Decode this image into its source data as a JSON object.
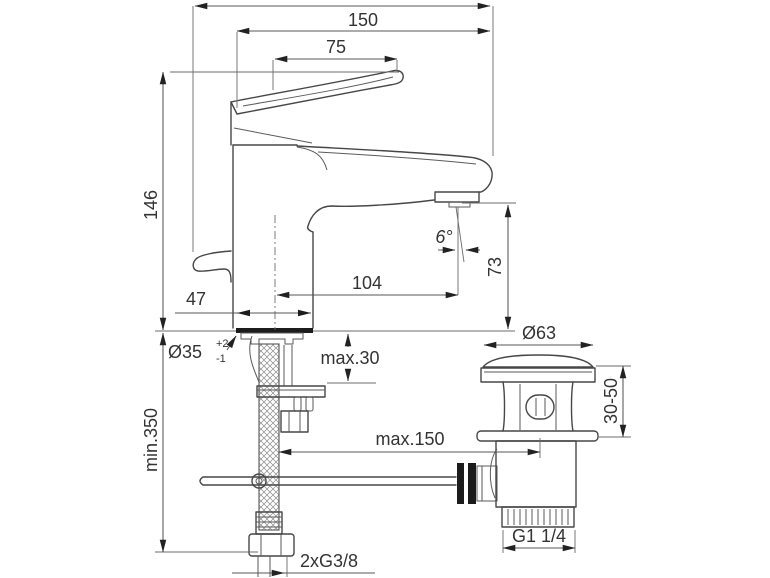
{
  "drawing": {
    "kind": "dimensioned technical drawing",
    "subject": "single-lever basin mixer tap with flexible supply hoses and pop-up waste",
    "colors": {
      "background": "#ffffff",
      "line": "#474747",
      "dimension_line": "#575757",
      "text": "#333333",
      "solid_fill": "#1c1c1c"
    }
  },
  "dims": {
    "overall_width": "150",
    "handle_length": "75",
    "height": "146",
    "base_depth": "47",
    "spout_reach": "104",
    "outlet_height": "73",
    "outlet_angle": "6°",
    "hole_diameter": "Ø35",
    "hole_tol_plus": "+2",
    "hole_tol_minus": "-1",
    "max_deck_thickness": "max.30",
    "min_hose_length": "min.350",
    "max_rod_distance": "max.150",
    "waste_cap_diameter": "Ø63",
    "clamping_range": "30-50",
    "supply_connection": "2xG3/8",
    "waste_thread": "G1 1/4"
  }
}
